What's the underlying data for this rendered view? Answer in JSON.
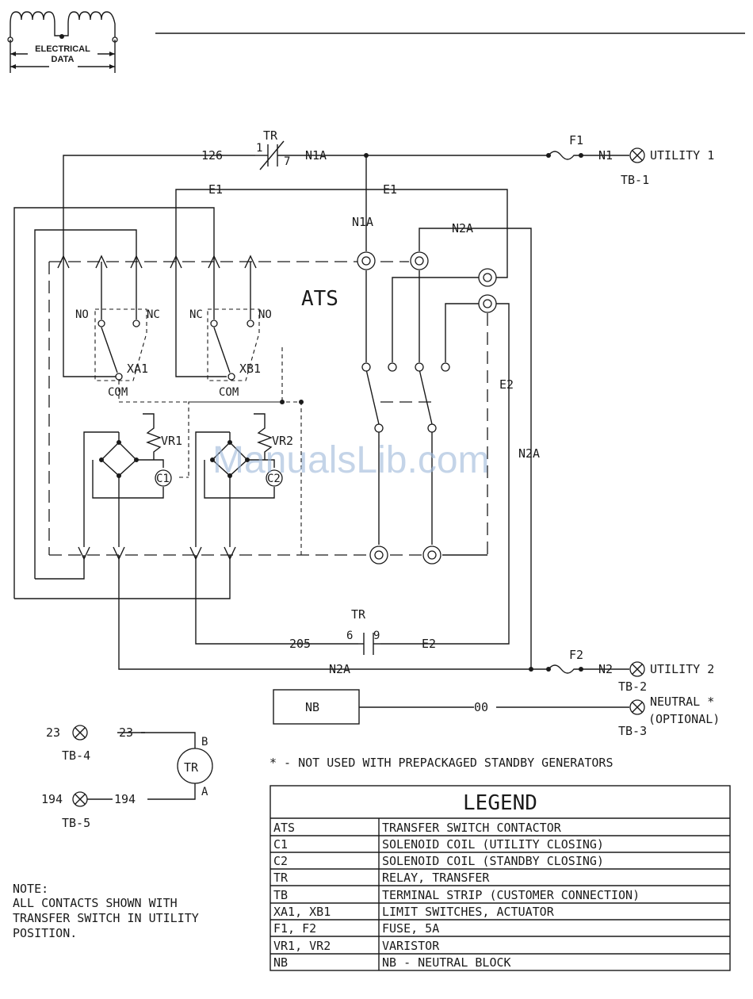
{
  "header": {
    "badge_line1": "ELECTRICAL",
    "badge_line2": "DATA"
  },
  "watermark": "ManualsLib.com",
  "labels": {
    "tr_top": "TR",
    "tr_top_pin1": "1",
    "tr_top_pin7": "7",
    "w126": "126",
    "n1a_top": "N1A",
    "f1": "F1",
    "n1": "N1",
    "utility1": "UTILITY 1",
    "tb1": "TB-1",
    "e1_left": "E1",
    "e1_right": "E1",
    "n1a_mid": "N1A",
    "n2a_top": "N2A",
    "ats": "ATS",
    "no_a": "NO",
    "nc_a": "NC",
    "nc_b": "NC",
    "no_b": "NO",
    "xa1": "XA1",
    "xb1": "XB1",
    "com_a": "COM",
    "com_b": "COM",
    "vr1": "VR1",
    "vr2": "VR2",
    "c1": "C1",
    "c2": "C2",
    "e2_right": "E2",
    "n2a_right": "N2A",
    "tr_bot": "TR",
    "tr_bot_pin6": "6",
    "tr_bot_pin9": "9",
    "w205": "205",
    "e2_bot": "E2",
    "n2a_bot": "N2A",
    "f2": "F2",
    "n2": "N2",
    "utility2": "UTILITY 2",
    "tb2": "TB-2",
    "nb": "NB",
    "w00": "00",
    "neutral": "NEUTRAL *",
    "optional": "(OPTIONAL)",
    "tb3": "TB-3",
    "w23a": "23",
    "w23b": "23",
    "tb4": "TB-4",
    "tr_coil": "TR",
    "coil_b": "B",
    "coil_a": "A",
    "w194a": "194",
    "w194b": "194",
    "tb5": "TB-5",
    "footnote": "* - NOT USED WITH PREPACKAGED STANDBY GENERATORS"
  },
  "note": {
    "title": "NOTE:",
    "lines": [
      "ALL CONTACTS SHOWN WITH",
      "TRANSFER SWITCH IN UTILITY",
      "POSITION."
    ]
  },
  "legend": {
    "title": "LEGEND",
    "rows": [
      {
        "code": "ATS",
        "desc": "TRANSFER SWITCH CONTACTOR"
      },
      {
        "code": "C1",
        "desc": "SOLENOID COIL (UTILITY CLOSING)"
      },
      {
        "code": "C2",
        "desc": "SOLENOID COIL (STANDBY CLOSING)"
      },
      {
        "code": "TR",
        "desc": "RELAY, TRANSFER"
      },
      {
        "code": "TB",
        "desc": "TERMINAL STRIP (CUSTOMER CONNECTION)"
      },
      {
        "code": "XA1, XB1",
        "desc": "LIMIT SWITCHES, ACTUATOR"
      },
      {
        "code": "F1, F2",
        "desc": "FUSE, 5A"
      },
      {
        "code": "VR1, VR2",
        "desc": "VARISTOR"
      },
      {
        "code": "NB",
        "desc": "NB - NEUTRAL BLOCK"
      }
    ]
  }
}
